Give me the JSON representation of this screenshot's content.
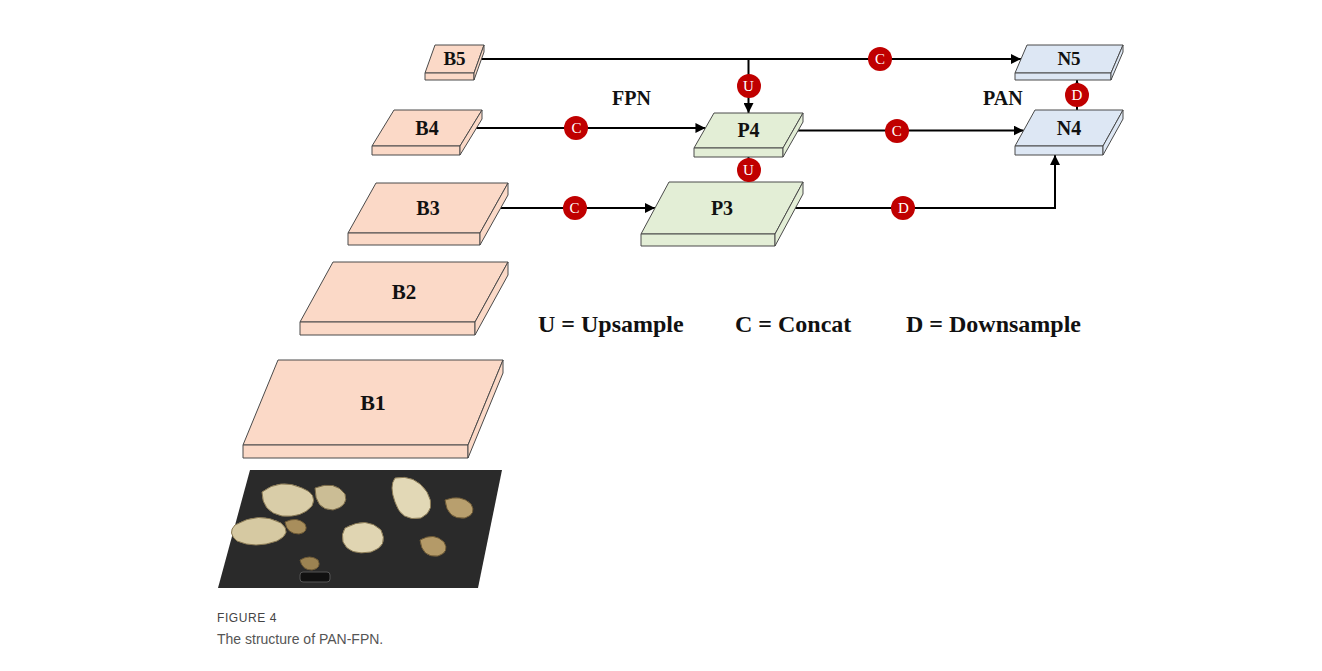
{
  "diagram": {
    "caption": "The structure of PAN-FPN.",
    "nodes": [
      {
        "text": [
          "B5"
        ]
      },
      {
        "text": [
          "B4"
        ]
      },
      {
        "text": [
          "B3"
        ]
      },
      {
        "text": [
          "B2"
        ]
      },
      {
        "text": [
          "B1"
        ]
      },
      {
        "text": [
          "P4"
        ]
      },
      {
        "text": [
          "P3"
        ]
      },
      {
        "text": [
          "N5"
        ]
      },
      {
        "text": [
          "N4"
        ]
      }
    ],
    "edges": [
      {
        "from": 0,
        "to": 7,
        "label": "C",
        "arrow": "to"
      },
      {
        "from": 0,
        "to": 5,
        "label": "U",
        "arrow": "to"
      },
      {
        "from": 1,
        "to": 5,
        "label": "C",
        "arrow": "to"
      },
      {
        "from": 5,
        "to": 6,
        "label": "U",
        "arrow": "to"
      },
      {
        "from": 2,
        "to": 6,
        "label": "C",
        "arrow": "to"
      },
      {
        "from": 5,
        "to": 8,
        "label": "C",
        "arrow": "to"
      },
      {
        "from": 6,
        "to": 8,
        "label": "D",
        "arrow": "to"
      },
      {
        "from": 8,
        "to": 7,
        "label": "D",
        "arrow": "to"
      }
    ],
    "labels": [
      "FPN",
      "PAN",
      "U = Upsample",
      "C = Concat",
      "D = Downsample",
      "FIGURE 4"
    ]
  }
}
